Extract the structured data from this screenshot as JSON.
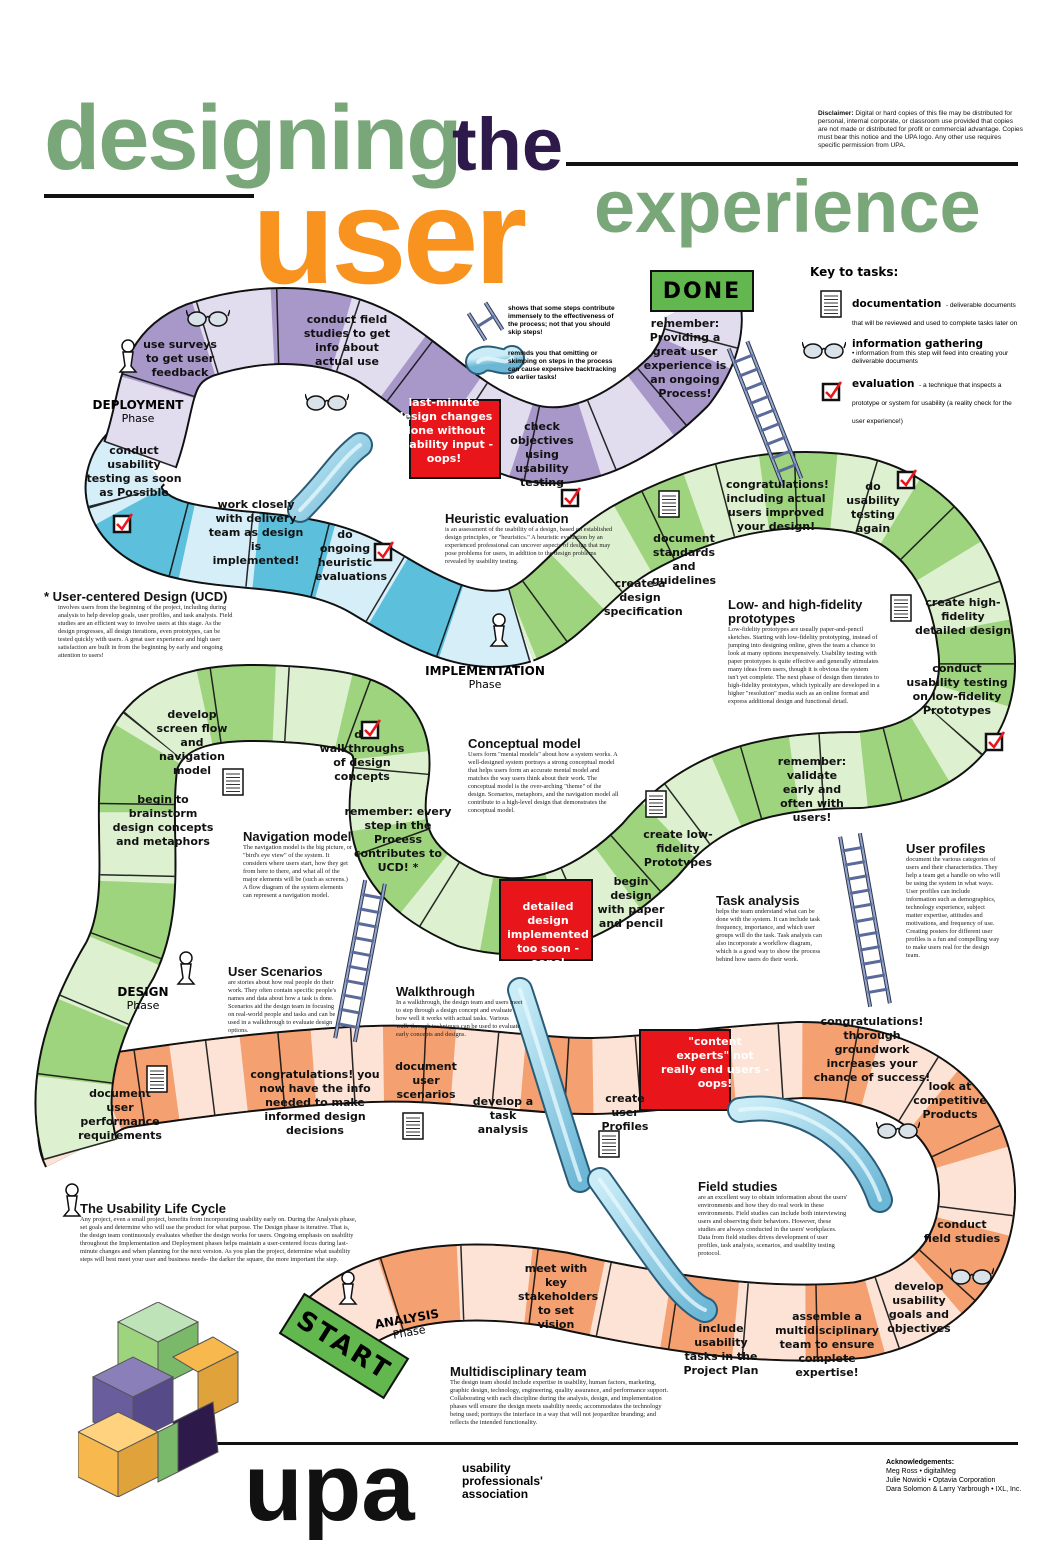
{
  "title": {
    "word1": "designing",
    "word2": "the",
    "word3": "user",
    "word4": "experience"
  },
  "disclaimer": {
    "label": "Disclaimer:",
    "text": "Digital or hard copies of this file may be distributed for personal, internal corporate, or classroom use provided that copies are not made or distributed for profit or commercial advantage. Copies must bear this notice and the UPA logo. Any other use requires specific permission from UPA."
  },
  "key": {
    "title": "Key to tasks:",
    "items": [
      {
        "icon": "document-icon",
        "title": "documentation",
        "desc": "- deliverable documents that will be reviewed and used to complete tasks later on"
      },
      {
        "icon": "glasses-icon",
        "title": "information gathering",
        "desc": "• information from this step will feed into creating your deliverable documents"
      },
      {
        "icon": "checkbox-icon",
        "title": "evaluation",
        "desc": "- a technique that inspects a prototype or system for usability (a reality check for the user experience!)"
      }
    ]
  },
  "legend_notes": {
    "ladder": "shows that some steps contribute immensely to the effectiveness of the process; not that you should skip steps!",
    "slide": "reminds you that omitting or skimping on steps in the process can cause expensive backtracking to earlier tasks!"
  },
  "done_label": "DONE",
  "start_label": "START",
  "phases": [
    {
      "name": "ANALYSIS",
      "sub": "Phase"
    },
    {
      "name": "DESIGN",
      "sub": "Phase"
    },
    {
      "name": "IMPLEMENTATION",
      "sub": "Phase"
    },
    {
      "name": "DEPLOYMENT",
      "sub": "Phase"
    }
  ],
  "squares": {
    "analysis": [
      "meet with key stakeholders to set vision",
      "include usability tasks in the Project Plan",
      "assemble a multidisciplinary team to ensure complete expertise!",
      "develop usability goals and objectives",
      "conduct field studies",
      "look at competitive Products",
      "congratulations! thorough groundwork increases your chance of success!",
      "\"content experts\" not really end users - oops!",
      "create user Profiles",
      "develop a task analysis",
      "document user scenarios",
      "congratulations! you now have the info needed to make informed design decisions",
      "document user performance requirements"
    ],
    "design": [
      "begin to brainstorm design concepts and metaphors",
      "develop screen flow and navigation model",
      "do walkthroughs of design concepts",
      "remember: every step in the Process contributes to UCD! *",
      "detailed design implemented too soon - oops!",
      "begin design with paper and pencil",
      "create low-fidelity Prototypes",
      "remember: validate early and often with users!",
      "conduct usability testing on low-fidelity Prototypes",
      "create high-fidelity detailed design",
      "do usability testing again",
      "congratulations! including actual users improved your design!",
      "document standards and guidelines",
      "create a design specification"
    ],
    "implementation": [
      "do ongoing heuristic evaluations",
      "work closely with delivery team as design is implemented!",
      "conduct usability testing as soon as Possible"
    ],
    "deployment": [
      "use surveys to get user feedback",
      "conduct field studies to get info about actual use",
      "last-minute design changes done without usability input - oops!",
      "check objectives using usability testing",
      "remember: Providing a great user experience is an ongoing Process!"
    ]
  },
  "sections": [
    {
      "title": "Heuristic evaluation",
      "body": "is an assessment of the usability of a design, based on established design principles, or \"heuristics.\" A heuristic evaluation by an experienced professional can uncover aspects of design that may pose problems for users, in addition to the design problems revealed by usability testing."
    },
    {
      "title": "User-centered Design (UCD)",
      "body": "involves users from the beginning of the project, including during analysis to help develop goals, user profiles, and task analysis. Field studies are an efficient way to involve users at this stage. As the design progresses, all design iterations, even prototypes, can be tested quickly with users. A great user experience and high user satisfaction are built in from the beginning by early and ongoing attention to users!"
    },
    {
      "title": "Low- and high-fidelity prototypes",
      "body": "Low-fidelity prototypes are usually paper-and-pencil sketches. Starting with low-fidelity prototyping, instead of jumping into designing online, gives the team a chance to look at many options inexpensively. Usability testing with paper prototypes is quite effective and generally stimulates many ideas from users, though it is obvious the system isn't yet complete. The next phase of design then iterates to high-fidelity prototypes, which typically are developed in a higher \"resolution\" media such as an online format and express additional design and functional detail."
    },
    {
      "title": "Conceptual model",
      "body": "Users form \"mental models\" about how a system works. A well-designed system portrays a strong conceptual model that helps users form an accurate mental model and matches the way users think about their work. The conceptual model is the over-arching \"theme\" of the design. Scenarios, metaphors, and the navigation model all contribute to a high-level design that demonstrates the conceptual model."
    },
    {
      "title": "Navigation model",
      "body": "The navigation model is the big picture, or \"bird's eye view\" of the system. It considers where users start, how they get from here to there, and what all of the major elements will be (such as screens.) A flow diagram of the system elements can represent a navigation model."
    },
    {
      "title": "User profiles",
      "body": "document the various categories of users and their characteristics. They help a team get a handle on who will be using the system in what ways. User profiles can include information such as demographics, technology experience, subject matter expertise, attitudes and motivations, and frequency of use. Creating posters for different user profiles is a fun and compelling way to make users real for the design team."
    },
    {
      "title": "Task analysis",
      "body": "helps the team understand what can be done with the system. It can include task frequency, importance, and which user groups will do the task. Task analysis can also incorporate a workflow diagram, which is a good way to show the process behind how users do their work."
    },
    {
      "title": "User Scenarios",
      "body": "are stories about how real people do their work. They often contain specific people's names and data about how a task is done. Scenarios aid the design team in focusing on real-world people and tasks and can be used in a walkthrough to evaluate design options."
    },
    {
      "title": "Walkthrough",
      "body": "In a walkthrough, the design team and users meet to step through a design concept and evaluate how well it works with actual tasks. Various walk-through techniques can be used to evaluate early concepts and designs."
    },
    {
      "title": "Field studies",
      "body": "are an excellent way to obtain information about the users' environments and how they do real work in these environments. Field studies can include both interviewing users and observing their behaviors. However, these studies are always conducted in the users' workplaces. Data from field studies drives development of user profiles, task analysis, scenarios, and usability testing protocol."
    },
    {
      "title": "The Usability Life Cycle",
      "body": "Any project, even a small project, benefits from incorporating usability early on. During the Analysis phase, set goals and determine who will use the product for what purpose. The Design phase is iterative. That is, the design team continuously evaluates whether the design works for users. Ongoing emphasis on usability throughout the Implementation and Deployment phases helps maintain a user-centered focus during last-minute changes and when planning for the next version. As you plan the project, determine what usability steps will best meet your user and business needs- the darker the square, the more important the step."
    },
    {
      "title": "Multidisciplinary team",
      "body": "The design team should include expertise in usability, human factors, marketing, graphic design, technology, engineering, quality assurance, and performance support. Collaborating with each discipline during the analysis, design, and implementation phases will ensure the design meets usability needs; accommodates the technology being used; portrays the interface in a way that will not jeopardize branding; and reflects the intended functionality."
    }
  ],
  "acknowledgements": {
    "title": "Acknowledgements:",
    "lines": [
      "Meg Ross • digitalMeg",
      "Julie Nowicki • Optavia Corporation",
      "Dara Solomon & Larry Yarbrough • IXL, Inc."
    ]
  },
  "logo": {
    "letters": "upa",
    "name_line1": "usability",
    "name_line2": "professionals'",
    "name_line3": "association"
  },
  "colors": {
    "title_green": "#7aa77a",
    "title_purple": "#2d1a4a",
    "title_orange": "#f7931e",
    "analysis_dark": "#f4a070",
    "analysis_light": "#fde3d6",
    "design_dark": "#9fd47f",
    "design_light": "#ddf0cf",
    "implementation_dark": "#5cbfdc",
    "implementation_light": "#d6eef7",
    "deployment_dark": "#a898c9",
    "deployment_light": "#e2dcef",
    "oops_red": "#e8161b",
    "start_green": "#62b84e"
  }
}
